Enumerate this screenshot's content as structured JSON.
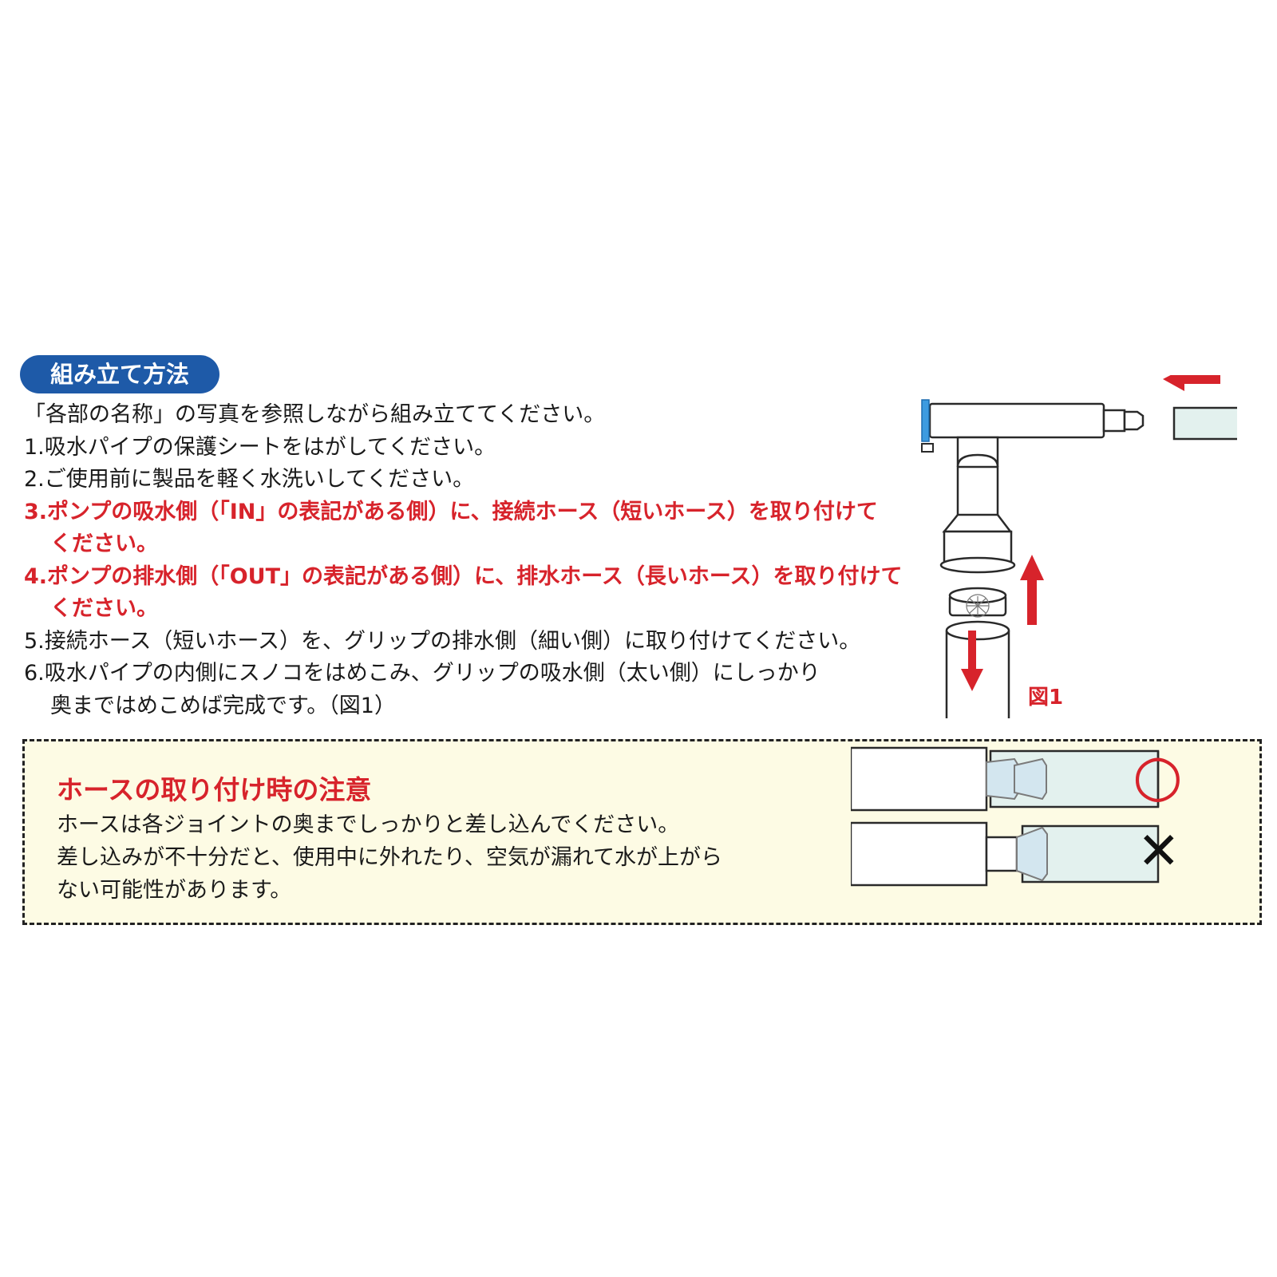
{
  "section_badge": "組み立て方法",
  "instructions": {
    "intro": "「各部の名称」の写真を参照しながら組み立ててください。",
    "step1": "1.吸水パイプの保護シートをはがしてください。",
    "step2": "2.ご使用前に製品を軽く水洗いしてください。",
    "step3_line1": "3.ポンプの吸水側（「IN」の表記がある側）に、接続ホース（短いホース）を取り付けて",
    "step3_line2": "ください。",
    "step4_line1": "4.ポンプの排水側（「OUT」の表記がある側）に、排水ホース（長いホース）を取り付けて",
    "step4_line2": "ください。",
    "step5": "5.接続ホース（短いホース）を、グリップの排水側（細い側）に取り付けてください。",
    "step6_line1": "6.吸水パイプの内側にスノコをはめこみ、グリップの吸水側（太い側）にしっかり",
    "step6_line2": "奥まではめこめば完成です。（図1）"
  },
  "figure": {
    "label": "図1"
  },
  "caution": {
    "title": "ホースの取り付け時の注意",
    "line1": "ホースは各ジョイントの奥までしっかりと差し込んでください。",
    "line2": "差し込みが不十分だと、使用中に外れたり、空気が漏れて水が上がら",
    "line3": "ない可能性があります。",
    "correct_mark": "○",
    "wrong_mark": "✕"
  },
  "colors": {
    "badge_bg": "#1e5aa8",
    "accent_red": "#d7232b",
    "caution_bg": "#fdfbe4",
    "hose_fill": "#e3f1ee",
    "pump_blue": "#3d9be0"
  }
}
